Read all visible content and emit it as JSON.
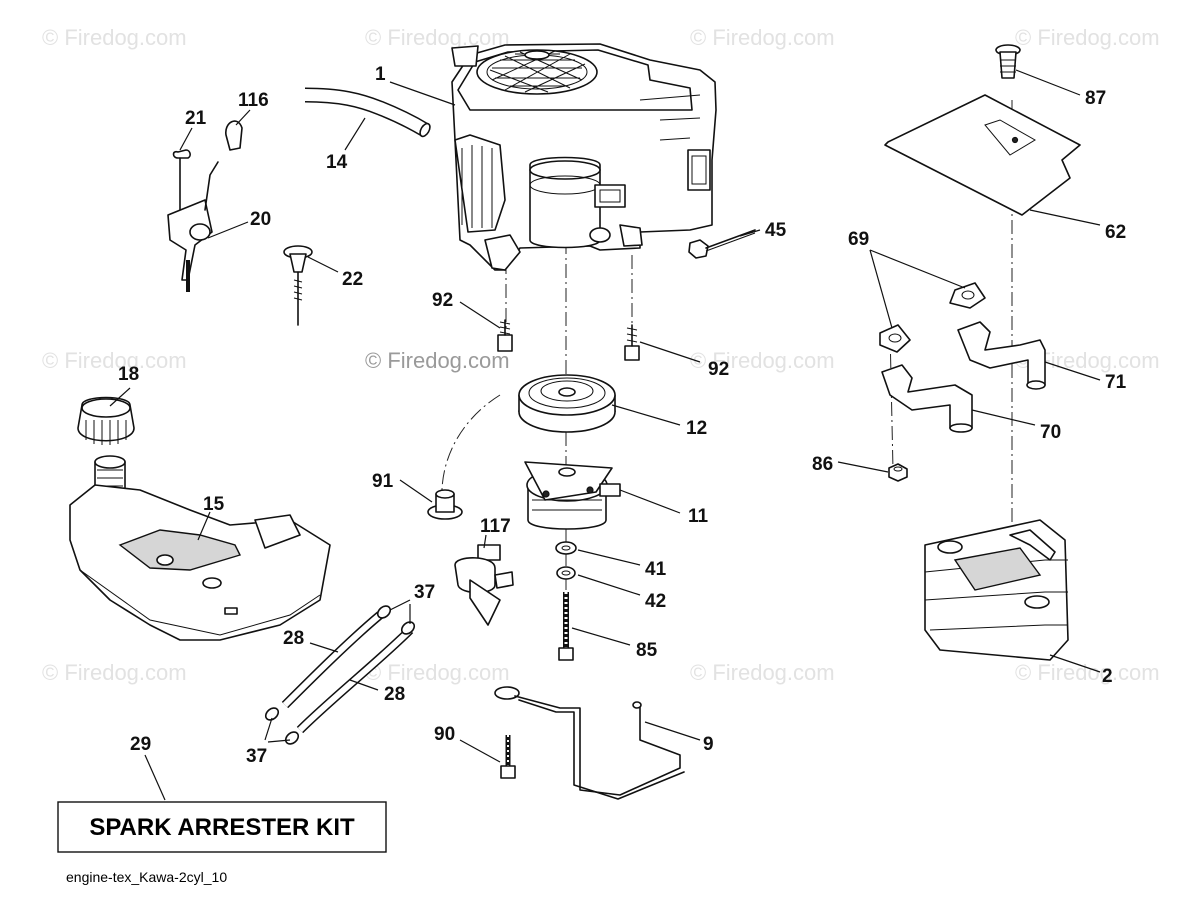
{
  "watermark_text": "© Firedog.com",
  "callouts": {
    "p1": "1",
    "p2": "2",
    "p9": "9",
    "p11": "11",
    "p12": "12",
    "p14": "14",
    "p15": "15",
    "p18": "18",
    "p20": "20",
    "p21": "21",
    "p22": "22",
    "p28a": "28",
    "p28b": "28",
    "p29": "29",
    "p37a": "37",
    "p37b": "37",
    "p41": "41",
    "p42": "42",
    "p45": "45",
    "p62": "62",
    "p69": "69",
    "p70": "70",
    "p71": "71",
    "p85": "85",
    "p86": "86",
    "p87": "87",
    "p90": "90",
    "p91": "91",
    "p92a": "92",
    "p92b": "92",
    "p116": "116",
    "p117": "117"
  },
  "kit_label": "SPARK ARRESTER KIT",
  "caption": "engine-tex_Kawa-2cyl_10"
}
